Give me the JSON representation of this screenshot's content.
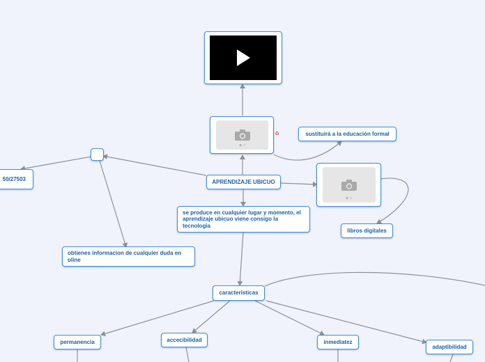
{
  "nodes": {
    "central": "APRENDIZAJE UBICUO",
    "substitute": "sustituirá a la educación formal",
    "digital_books": "libros digitales",
    "where": "se produce en cualquier lugar y momento, el aprendizaje ubicuo viene consigo la tecnologia",
    "info": "obtienes informacion de cualquier duda en oline",
    "link_partial": "50/27503",
    "characteristics": "caracteristicas",
    "permanence": "permanencia",
    "accessibility": "accecibilidad",
    "immediacy": "inmediatez",
    "adaptability": "adaptibilidad"
  },
  "icons": {
    "play": "play-icon",
    "camera": "camera-icon",
    "google": "G"
  },
  "colors": {
    "border": "#3f8fd6",
    "text": "#1a5fa8",
    "edge": "#8a919c",
    "background": "#f0f3fb"
  }
}
